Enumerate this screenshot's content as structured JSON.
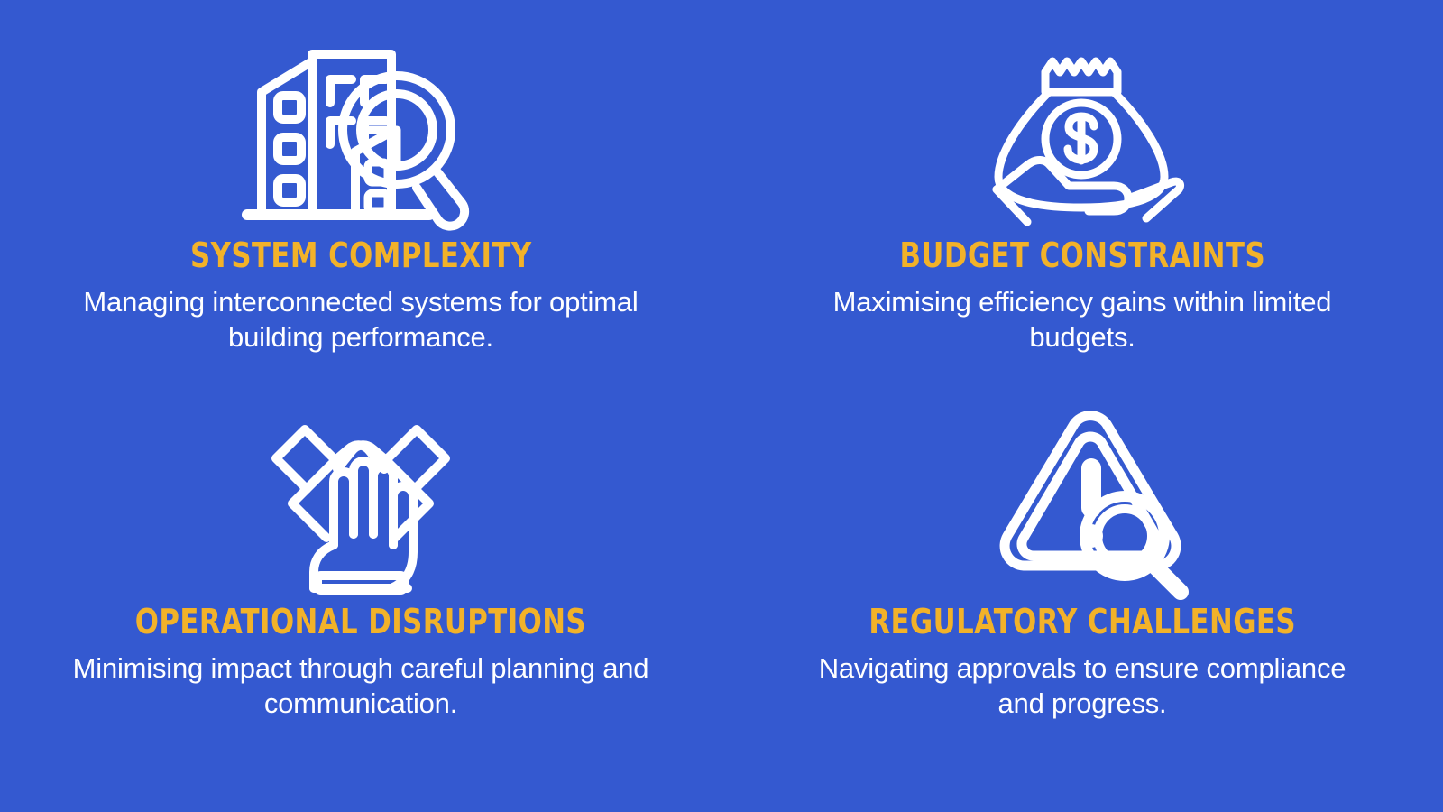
{
  "theme": {
    "background_color": "#3459d0",
    "title_color": "#f2b229",
    "body_text_color": "#ffffff",
    "icon_color": "#ffffff"
  },
  "layout": {
    "columns": 2,
    "rows": 2
  },
  "cards": [
    {
      "icon": "building-search-icon",
      "title": "SYSTEM COMPLEXITY",
      "description": "Managing interconnected systems for optimal building performance."
    },
    {
      "icon": "money-bag-hand-icon",
      "title": "BUDGET CONSTRAINTS",
      "description": "Maximising efficiency gains within limited budgets."
    },
    {
      "icon": "teamwork-hands-icon",
      "title": "OPERATIONAL DISRUPTIONS",
      "description": "Minimising impact through careful planning and communication."
    },
    {
      "icon": "warning-triangle-search-icon",
      "title": "REGULATORY CHALLENGES",
      "description": "Navigating approvals to ensure compliance and progress."
    }
  ]
}
